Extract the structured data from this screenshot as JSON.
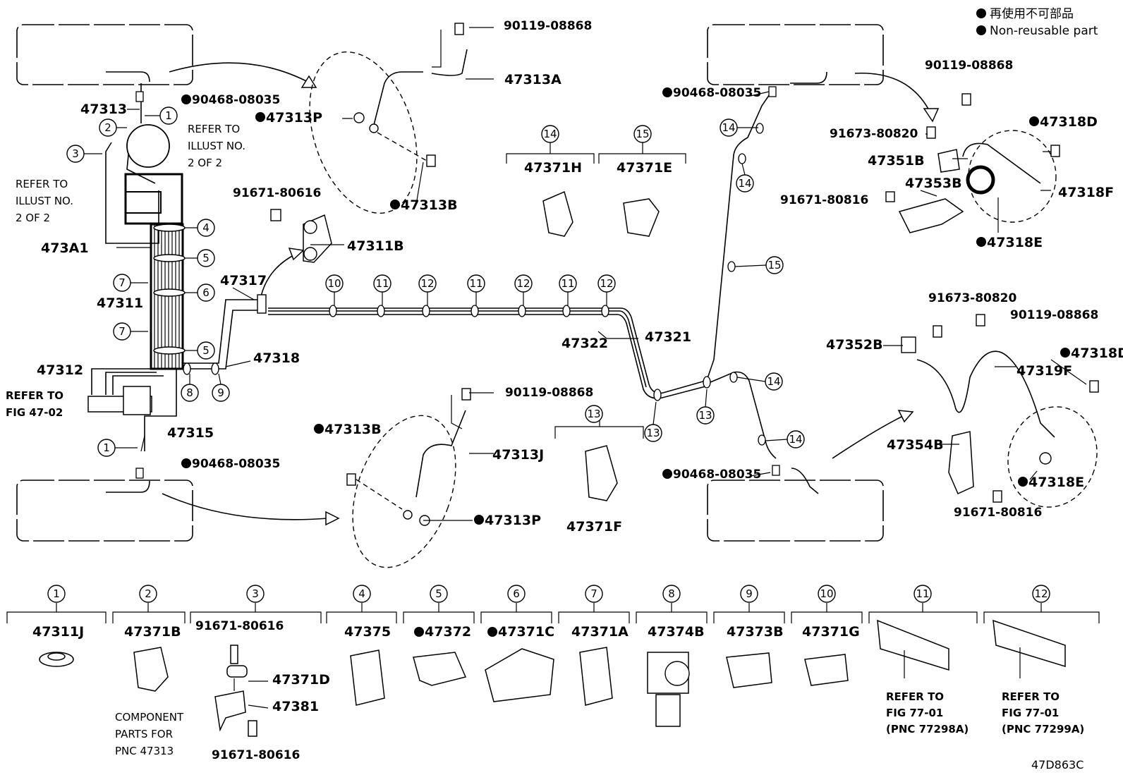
{
  "legend": {
    "japanese": "再使用不可部品",
    "english": "Non-reusable part"
  },
  "figure_code": "47D863C",
  "bullet_glyph": "●",
  "callout_numbers": [
    "1",
    "2",
    "3",
    "4",
    "5",
    "6",
    "7",
    "8",
    "9",
    "10",
    "11",
    "12",
    "13",
    "14",
    "15"
  ],
  "labels": {
    "p90119_08868": "90119-08868",
    "p47313A": "47313A",
    "p47313P": "47313P",
    "p47313B": "47313B",
    "p90468_08035": "90468-08035",
    "p47313": "47313",
    "p473A1": "473A1",
    "p47311": "47311",
    "p47312": "47312",
    "p47315": "47315",
    "p47317": "47317",
    "p47318": "47318",
    "p91671_80616": "91671-80616",
    "p47311B": "47311B",
    "p47322": "47322",
    "p47321": "47321",
    "p47371H": "47371H",
    "p47371E": "47371E",
    "p47371F": "47371F",
    "p47313J": "47313J",
    "p91673_80820": "91673-80820",
    "p47351B": "47351B",
    "p47353B": "47353B",
    "p91671_80816": "91671-80816",
    "p47318D": "47318D",
    "p47318F": "47318F",
    "p47318E": "47318E",
    "p47352B": "47352B",
    "p47319F": "47319F",
    "p47354B": "47354B"
  },
  "notes": {
    "refer_illust_l1": "REFER TO",
    "refer_illust_l2": "ILLUST NO.",
    "refer_illust_l3": "2 OF 2",
    "refer_left_l1": "REFER TO",
    "refer_left_l2": "ILLUST NO.",
    "refer_left_l3": "2 OF 2",
    "refer_fig_l1": "REFER  TO",
    "refer_fig_l2": "FIG  47-02"
  },
  "bottom_row": [
    {
      "num": "1",
      "part": "47311J"
    },
    {
      "num": "2",
      "part": "47371B",
      "note": [
        "COMPONENT",
        "PARTS FOR",
        "PNC 47313"
      ]
    },
    {
      "num": "3",
      "part_top": "91671-80616",
      "part_a": "47371D",
      "part_b": "47381",
      "part_bottom": "91671-80616"
    },
    {
      "num": "4",
      "part": "47375"
    },
    {
      "num": "5",
      "part": "47372"
    },
    {
      "num": "6",
      "part": "47371C"
    },
    {
      "num": "7",
      "part": "47371A"
    },
    {
      "num": "8",
      "part": "47374B"
    },
    {
      "num": "9",
      "part": "47373B"
    },
    {
      "num": "10",
      "part": "47371G"
    },
    {
      "num": "11",
      "note": [
        "REFER  TO",
        "FIG  77-01",
        "(PNC  77298A)"
      ]
    },
    {
      "num": "12",
      "note": [
        "REFER  TO",
        "FIG  77-01",
        "(PNC  77299A)"
      ]
    }
  ]
}
